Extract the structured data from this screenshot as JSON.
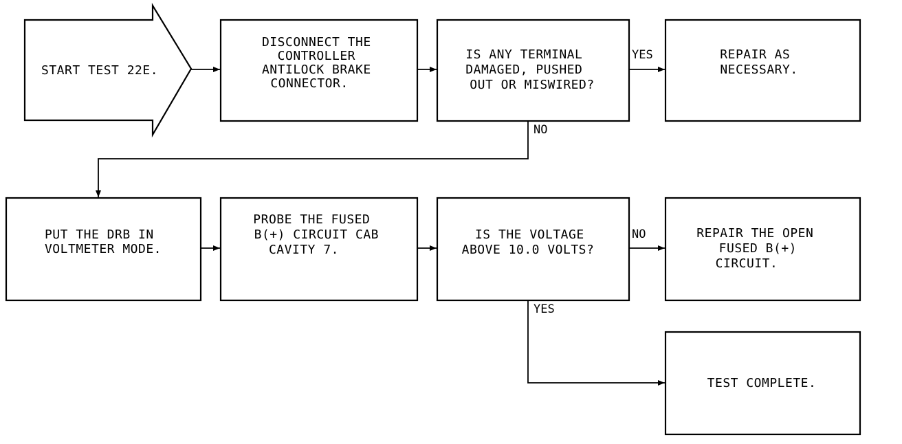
{
  "nodes": {
    "start": "START TEST 22E.",
    "disconnect": [
      "DISCONNECT THE",
      "CONTROLLER",
      "ANTILOCK BRAKE",
      "CONNECTOR."
    ],
    "terminal_question": [
      "IS ANY TERMINAL",
      "DAMAGED, PUSHED",
      "OUT OR MISWIRED?"
    ],
    "repair_as_necessary": [
      "REPAIR AS",
      "NECESSARY."
    ],
    "put_drb": [
      "PUT THE DRB IN",
      "VOLTMETER MODE."
    ],
    "probe": [
      "PROBE THE FUSED",
      "B(+) CIRCUIT CAB",
      "CAVITY 7."
    ],
    "voltage_question": [
      "IS THE VOLTAGE",
      "ABOVE 10.0 VOLTS?"
    ],
    "repair_open": [
      "REPAIR THE OPEN",
      "FUSED B(+)",
      "CIRCUIT."
    ],
    "test_complete": "TEST COMPLETE."
  },
  "edges": {
    "yes_1": "YES",
    "no_1": "NO",
    "no_2": "NO",
    "yes_2": "YES"
  }
}
